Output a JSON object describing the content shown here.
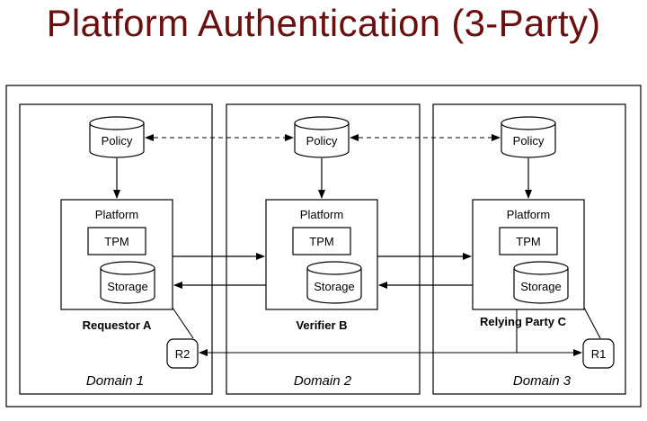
{
  "title": "Platform Authentication (3-Party)",
  "colors": {
    "title": "#6b0f0f",
    "lines": "#000000"
  },
  "domains": [
    {
      "domain_label": "Domain 1",
      "party_label": "Requestor A",
      "policy_label": "Policy",
      "platform_label": "Platform",
      "tpm_label": "TPM",
      "storage_label": "Storage",
      "external_node": "R2"
    },
    {
      "domain_label": "Domain 2",
      "party_label": "Verifier B",
      "policy_label": "Policy",
      "platform_label": "Platform",
      "tpm_label": "TPM",
      "storage_label": "Storage"
    },
    {
      "domain_label": "Domain 3",
      "party_label": "Relying Party C",
      "policy_label": "Policy",
      "platform_label": "Platform",
      "tpm_label": "TPM",
      "storage_label": "Storage",
      "external_node": "R1"
    }
  ]
}
